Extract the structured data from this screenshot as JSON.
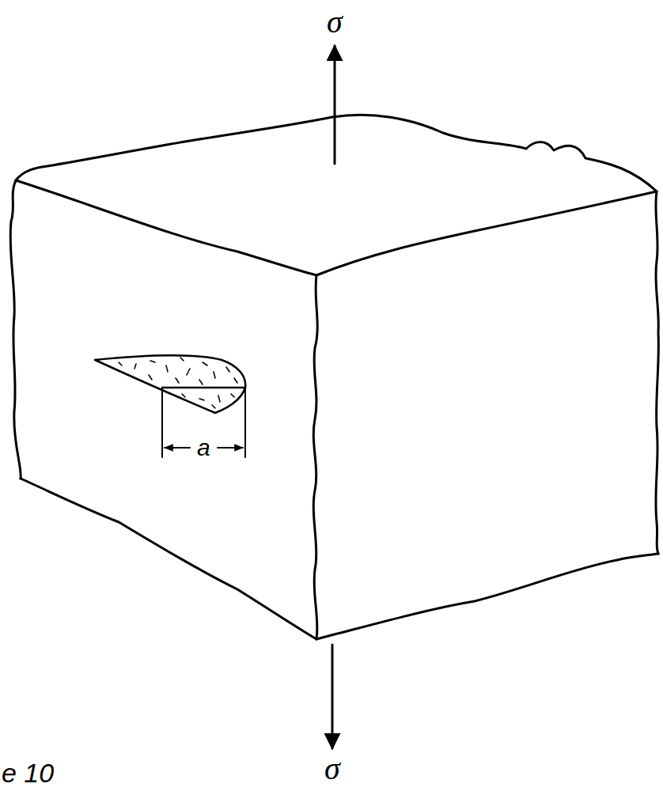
{
  "diagram": {
    "labels": [
      "σ",
      "σ",
      "a",
      "e 10"
    ]
  }
}
